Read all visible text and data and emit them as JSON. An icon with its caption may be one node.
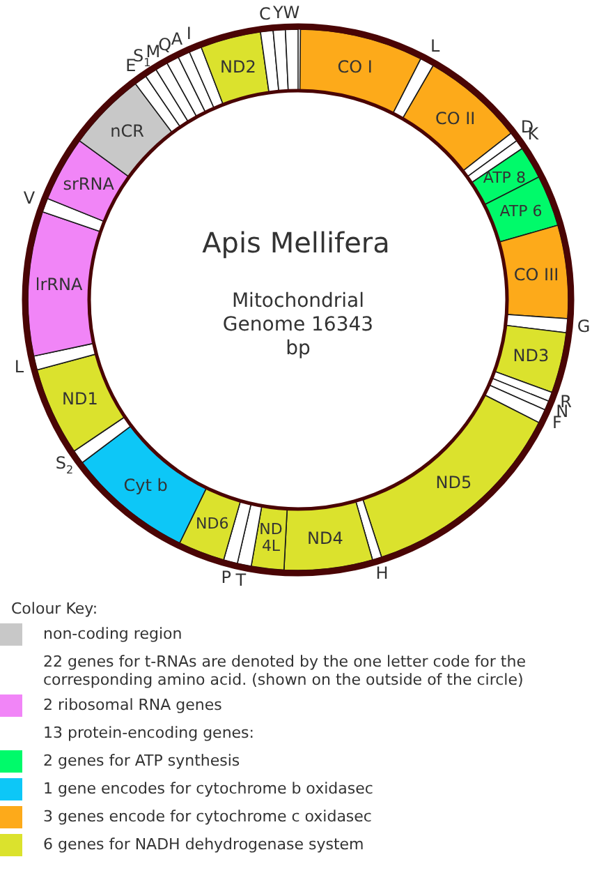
{
  "diagram": {
    "title": "Apis Mellifera",
    "nodes": [
      {
        "text": [
          "CO I"
        ]
      },
      {
        "text": [
          "L"
        ]
      },
      {
        "text": [
          "CO II"
        ]
      },
      {
        "text": [
          "D"
        ]
      },
      {
        "text": [
          "K"
        ]
      },
      {
        "text": [
          "ATP 8"
        ]
      },
      {
        "text": [
          "ATP 6"
        ]
      },
      {
        "text": [
          "CO III"
        ]
      },
      {
        "text": [
          "G"
        ]
      },
      {
        "text": [
          "ND3"
        ]
      },
      {
        "text": [
          "R"
        ]
      },
      {
        "text": [
          "N"
        ]
      },
      {
        "text": [
          "F"
        ]
      },
      {
        "text": [
          "ND5"
        ]
      },
      {
        "text": [
          "H"
        ]
      },
      {
        "text": [
          "ND4"
        ]
      },
      {
        "text": [
          "ND 4L"
        ]
      },
      {
        "text": [
          "T"
        ]
      },
      {
        "text": [
          "P"
        ]
      },
      {
        "text": [
          "ND6"
        ]
      },
      {
        "text": [
          "Cyt b"
        ]
      },
      {
        "text": [
          "S$_{2}$"
        ]
      },
      {
        "text": [
          "ND1"
        ]
      },
      {
        "text": [
          "L"
        ]
      },
      {
        "text": [
          "lrRNA"
        ]
      },
      {
        "text": [
          "V"
        ]
      },
      {
        "text": [
          "srRNA"
        ]
      },
      {
        "text": [
          "nCR"
        ]
      },
      {
        "text": [
          "E"
        ]
      },
      {
        "text": [
          "S$_{1}$"
        ]
      },
      {
        "text": [
          "M"
        ]
      },
      {
        "text": [
          "Q"
        ]
      },
      {
        "text": [
          "A"
        ]
      },
      {
        "text": [
          "I"
        ]
      },
      {
        "text": [
          "ND2"
        ]
      },
      {
        "text": [
          "C"
        ]
      },
      {
        "text": [
          "Y"
        ]
      },
      {
        "text": [
          "W"
        ]
      }
    ],
    "labels": [
      "Mitochondrial Genome 16343 bp",
      "Colour Key:"
    ],
    "legend": [
      {
        "text": "non-coding region",
        "color": "#c8c8c8"
      },
      {
        "text": "22 genes for t-RNAs are denoted by the one letter code for the corresponding amino acid. (shown on the outside of the circle)"
      },
      {
        "text": "2 ribosomal RNA genes",
        "color": "#f185f7"
      },
      {
        "text": "13 protein-encoding genes:"
      },
      {
        "text": "2 genes for ATP synthesis",
        "color": "#00fa6a"
      },
      {
        "text": "1 gene encodes for cytochrome b oxidasec",
        "color": "#0dc7f7"
      },
      {
        "text": "3 genes encode for cytochrome c oxidasec",
        "color": "#fdaa1a"
      },
      {
        "text": "6 genes for NADH dehydrogenase system",
        "color": "#dbe22d"
      }
    ]
  }
}
